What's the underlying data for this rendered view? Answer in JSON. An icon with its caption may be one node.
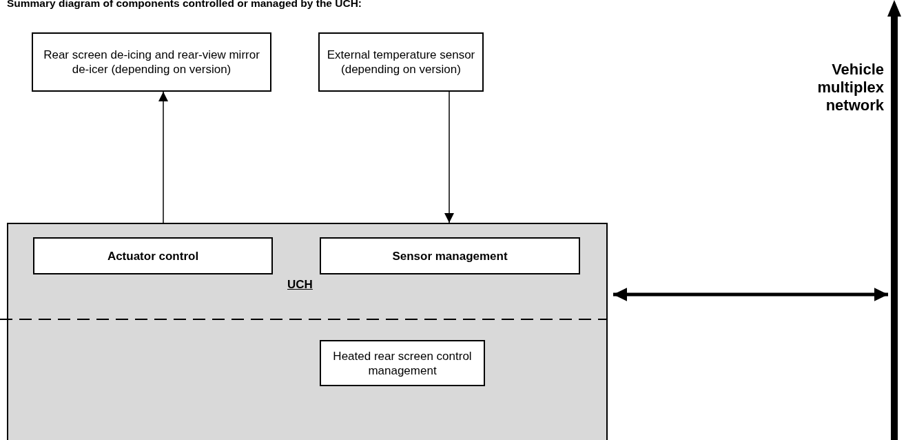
{
  "diagram": {
    "title": "Summary diagram of components controlled or managed by the UCH:",
    "nodes": [
      {
        "text": [
          "Rear screen de-icing and rear-view mirror de-icer (depending on version)"
        ]
      },
      {
        "text": [
          "External temperature sensor (depending on version)"
        ]
      },
      {
        "text": [
          "UCH"
        ]
      },
      {
        "text": [
          "Actuator control"
        ],
        "in": 2
      },
      {
        "text": [
          "Sensor management"
        ],
        "in": 2
      },
      {
        "text": [
          "Heated rear screen control management"
        ],
        "in": 2
      },
      {
        "text": [],
        "shape": "bar",
        "beside": [
          "Vehicle multiplex network"
        ]
      }
    ],
    "edges": [
      {
        "from": 2,
        "to": 0,
        "arrow": "to"
      },
      {
        "from": 1,
        "to": 2,
        "arrow": "to"
      },
      {
        "from": 2,
        "to": 6,
        "arrow": "both",
        "style": "thick"
      }
    ]
  }
}
